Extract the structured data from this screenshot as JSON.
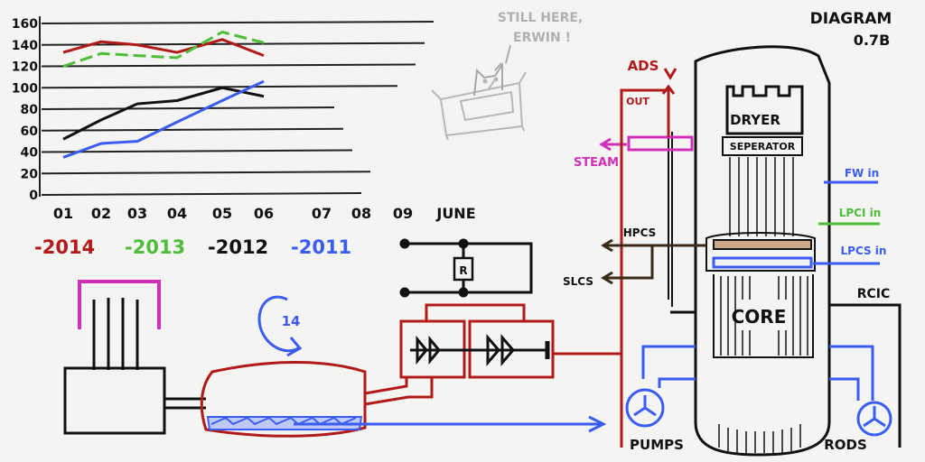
{
  "colors": {
    "red": "#b21a1a",
    "green": "#4dbd3a",
    "black": "#111111",
    "blue": "#3a5cf0",
    "magenta": "#d030b8",
    "brown": "#3a2a1a"
  },
  "chart_data": {
    "type": "line",
    "x": [
      "01",
      "02",
      "03",
      "04",
      "05",
      "06",
      "07",
      "08",
      "09",
      "JUNE"
    ],
    "yticks": [
      0,
      20,
      40,
      60,
      80,
      100,
      120,
      140,
      160
    ],
    "ylim": [
      0,
      160
    ],
    "grid": true,
    "series": [
      {
        "name": "2014",
        "color": "#b21a1a",
        "values": [
          133,
          143,
          140,
          133,
          145,
          130
        ]
      },
      {
        "name": "2013",
        "color": "#4dbd3a",
        "dashed": true,
        "values": [
          120,
          132,
          130,
          128,
          152,
          142
        ]
      },
      {
        "name": "2012",
        "color": "#111111",
        "values": [
          52,
          70,
          85,
          88,
          100,
          92
        ]
      },
      {
        "name": "2011",
        "color": "#3a5cf0",
        "values": [
          35,
          48,
          50,
          68,
          88,
          106
        ]
      }
    ]
  },
  "title": {
    "line1": "DIAGRAM",
    "line2": "0.7B"
  },
  "cat_note": {
    "line1": "STILL HERE,",
    "line2": "ERWIN !"
  },
  "labels": {
    "ads": "ADS",
    "out": "OUT",
    "steam": "STEAM",
    "dryer": "DRYER",
    "separator": "SEPERATOR",
    "hpcs": "HPCS",
    "slcs": "SLCS",
    "core": "CORE",
    "rcic": "RCIC",
    "fw_in": "FW in",
    "lpci_in": "LPCI in",
    "lpcs_in": "LPCS in",
    "pumps": "PUMPS",
    "rods": "RODS",
    "resistor": "R",
    "rotation": "14"
  }
}
